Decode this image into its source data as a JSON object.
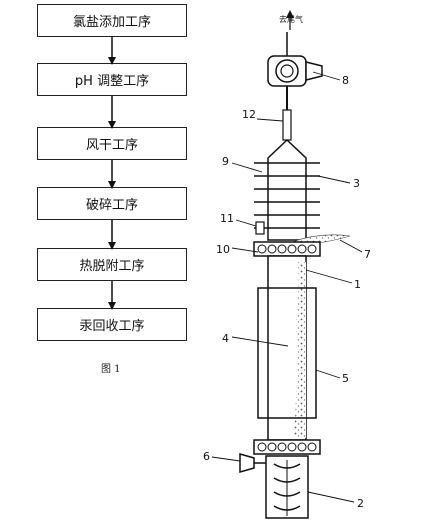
{
  "flowchart": {
    "steps": [
      {
        "label": "氯盐添加工序"
      },
      {
        "label": "pH 调整工序"
      },
      {
        "label": "风干工序"
      },
      {
        "label": "破碎工序"
      },
      {
        "label": "热脱附工序"
      },
      {
        "label": "汞回收工序"
      }
    ],
    "figure_label": "图 1"
  },
  "apparatus": {
    "exhaust_label": "去尾气",
    "part_numbers": {
      "n1": "1",
      "n2": "2",
      "n3": "3",
      "n4": "4",
      "n5": "5",
      "n6": "6",
      "n7": "7",
      "n8": "8",
      "n9": "9",
      "n10": "10",
      "n11": "11",
      "n12": "12"
    }
  }
}
